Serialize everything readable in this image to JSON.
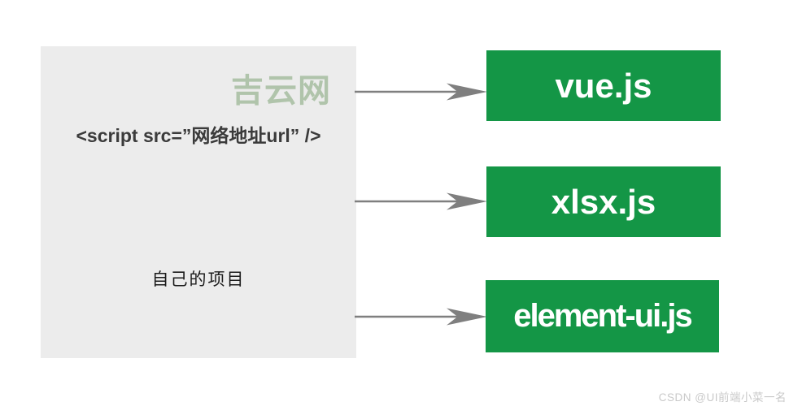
{
  "diagram": {
    "source_box": {
      "code_line": "<script src=”网络地址url” />",
      "label": "自己的项目"
    },
    "libraries": [
      {
        "label": "vue.js"
      },
      {
        "label": "xlsx.js"
      },
      {
        "label": "element-ui.js"
      }
    ]
  },
  "watermarks": {
    "site": "吉云网",
    "csdn": "CSDN @UI前端小菜一名"
  },
  "colors": {
    "library_box_green": "#149646",
    "panel_gray": "#ececec",
    "arrow_gray": "#7f7f7f",
    "site_watermark_green": "#b0c4ab",
    "code_text": "#3b3b3b",
    "csdn_watermark_gray": "#c9c9c9"
  }
}
